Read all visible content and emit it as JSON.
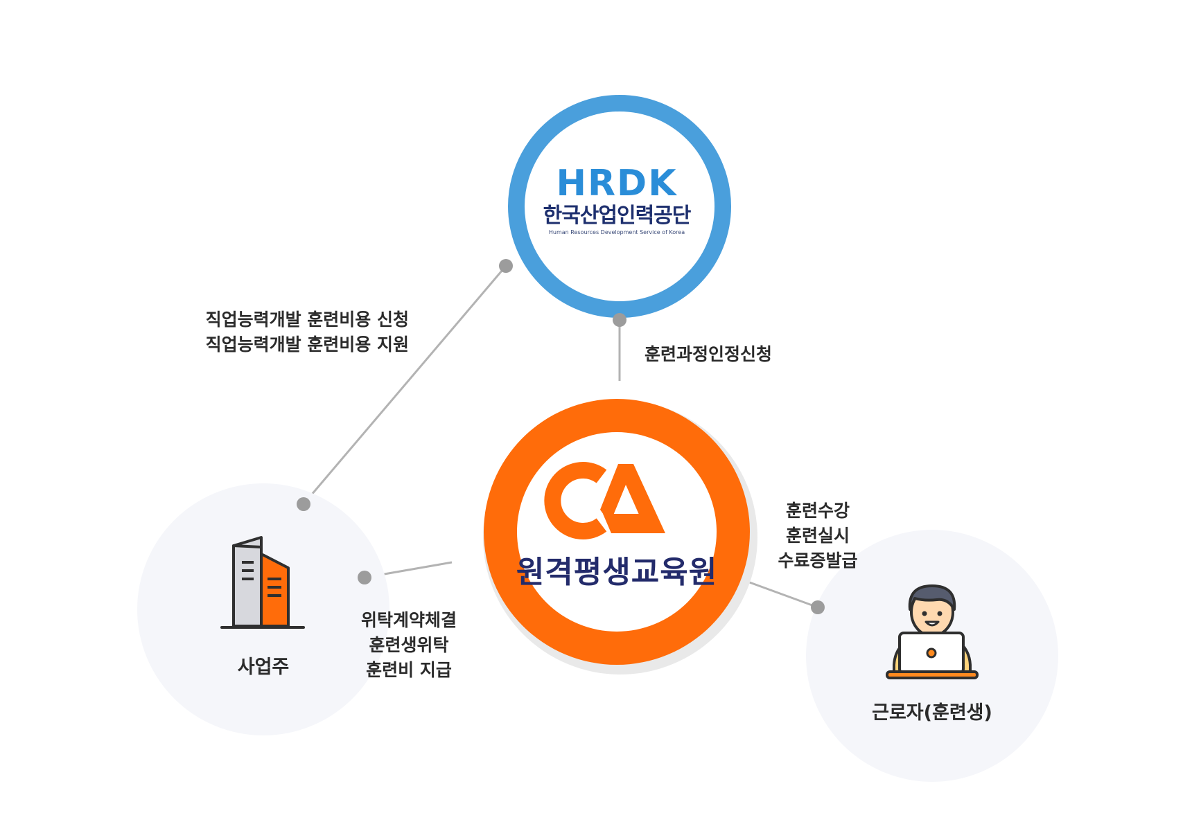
{
  "hrdk": {
    "logo_word": "HRDK",
    "name_kr": "한국산업인력공단",
    "name_en": "Human Resources Development Service of Korea"
  },
  "center": {
    "logo_text": "CA",
    "name": "원격평생교육원"
  },
  "employer": {
    "label": "사업주"
  },
  "worker": {
    "label": "근로자(훈련생)"
  },
  "edges": {
    "employer_hrdk": [
      "직업능력개발 훈련비용 신청",
      "직업능력개발 훈련비용 지원"
    ],
    "center_hrdk": [
      "훈련과정인정신청"
    ],
    "center_employer": [
      "위탁계약체결",
      "훈련생위탁",
      "훈련비 지급"
    ],
    "center_worker": [
      "훈련수강",
      "훈련실시",
      "수료증발급"
    ]
  },
  "colors": {
    "hrdk_ring": "#4a9fdc",
    "center_ring": "#ff6c0a",
    "node_bg": "#f5f6fa",
    "connector": "#b3b3b3",
    "dot": "#9c9c9c",
    "center_text": "#232b6b",
    "label_text": "#2b2b2b"
  },
  "icons": {
    "employer": "office-building-icon",
    "worker": "person-laptop-icon"
  }
}
